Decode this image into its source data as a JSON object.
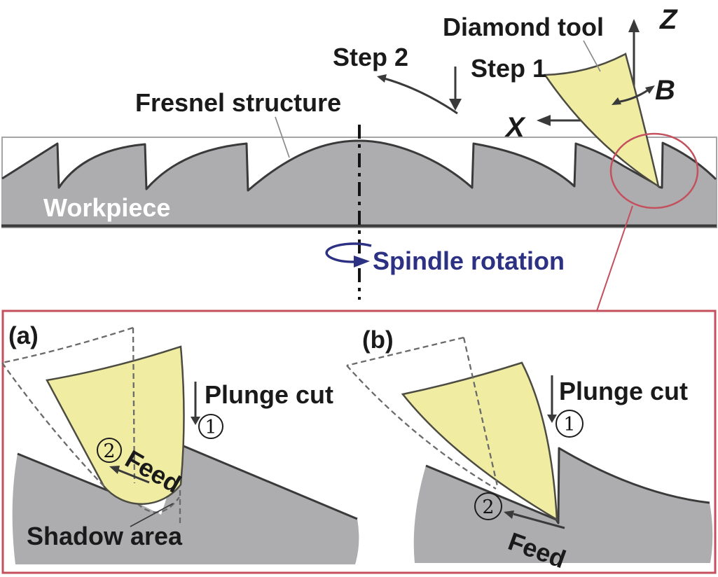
{
  "figure": {
    "type": "machining-process-diagram",
    "description": "Fresnel structure diamond turning: plunge cut and feed steps"
  },
  "colors": {
    "gray": "#ADADAF",
    "yellow": "#F0EDA3",
    "ink": "#1A1A1A",
    "ink_line": "#3A3A3A",
    "tool_line": "#4D4C42",
    "red": "#C4505E",
    "navy": "#2C3183",
    "dash": "#6A6A6A",
    "frame_gray": "#A5A5A7"
  },
  "top": {
    "diamond_tool": "Diamond tool",
    "step_1": "Step 1",
    "step_2": "Step 2",
    "fresnel": "Fresnel structure",
    "workpiece": "Workpiece",
    "spindle_rotation": "Spindle rotation",
    "axis_z": "Z",
    "axis_x": "X",
    "axis_b": "B"
  },
  "panel_a": {
    "label": "(a)",
    "plunge_cut": "Plunge cut",
    "num_1": "1",
    "num_2": "2",
    "feed": "Feed",
    "shadow_area": "Shadow area"
  },
  "panel_b": {
    "label": "(b)",
    "plunge_cut": "Plunge cut",
    "num_1": "1",
    "num_2": "2",
    "feed": "Feed"
  }
}
